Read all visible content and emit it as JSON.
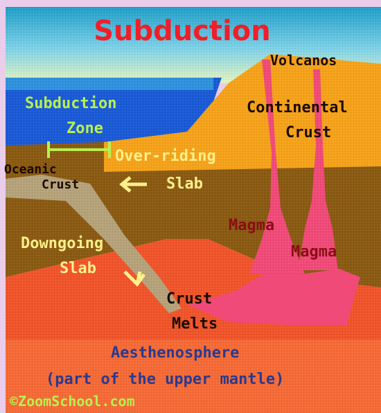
{
  "title": "Subduction",
  "labels": {
    "volcanos": "Volcanos",
    "continental_crust_1": "Continental",
    "continental_crust_2": "Crust",
    "subduction_zone_1": "Subduction",
    "subduction_zone_2": "Zone",
    "over_riding": "Over-riding",
    "slab": "Slab",
    "oceanic_1": "Oceanic",
    "oceanic_2": "Crust",
    "magma_left": "Magma",
    "magma_right": "Magma",
    "downgoing_1": "Downgoing",
    "downgoing_2": "Slab",
    "crust_melts_1": "Crust",
    "crust_melts_2": "Melts",
    "aesthenosphere_1": "Aesthenosphere",
    "aesthenosphere_2": "(part of the upper mantle)",
    "credit": "©ZoomSchool.com"
  },
  "colors": {
    "sky": "#8fd6ea",
    "ocean": "#1a5ad6",
    "continent": "#f5a21a",
    "lithosphere": "#8a5a12",
    "slab": "#b5a27a",
    "mantle": "#f0542a",
    "magma": "#f04a78",
    "title": "#f01e28",
    "zone_text": "#b8f050",
    "over_riding_text": "#fff08a",
    "magma_text": "#8a0e14",
    "aesth_text": "#2a3a8e",
    "credit_text": "#b8f050"
  }
}
